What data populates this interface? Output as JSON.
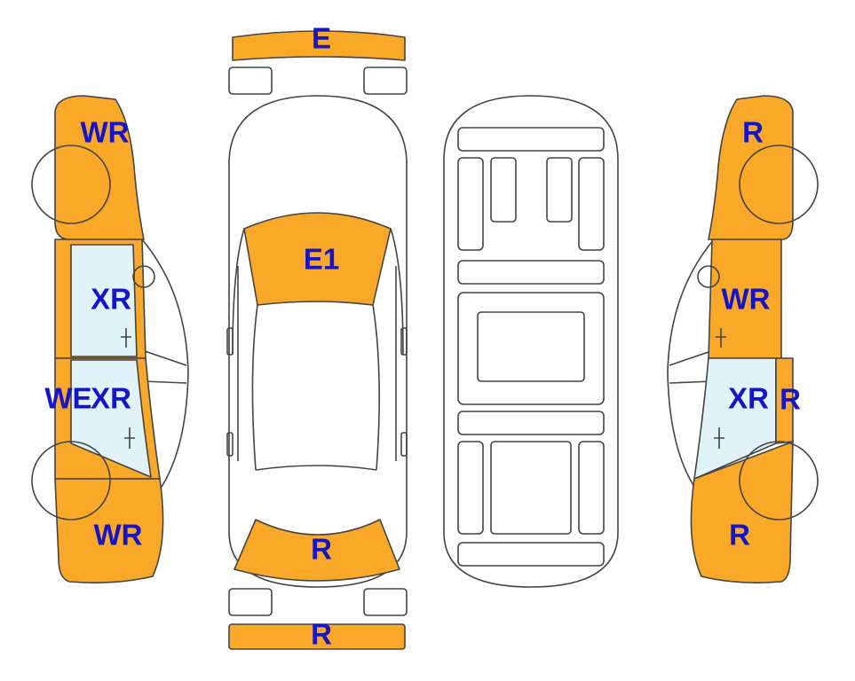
{
  "colors": {
    "damage_fill": "#f9a828",
    "glass_fill": "#dff3f8",
    "label_text": "#1414c8",
    "outline": "#444444",
    "background": "#ffffff"
  },
  "labels": {
    "front_bumper": "E",
    "hood": "E1",
    "trunk_top": "R",
    "rear_bumper": "R",
    "left_front_fender": "WR",
    "left_front_door": "XR",
    "left_side_note": "WE",
    "left_rear_door": "XR",
    "left_rear_quarter": "WR",
    "right_front_fender": "R",
    "right_front_door": "WR",
    "right_rear_door": "XR",
    "right_rocker": "R",
    "right_rear_quarter": "R"
  }
}
